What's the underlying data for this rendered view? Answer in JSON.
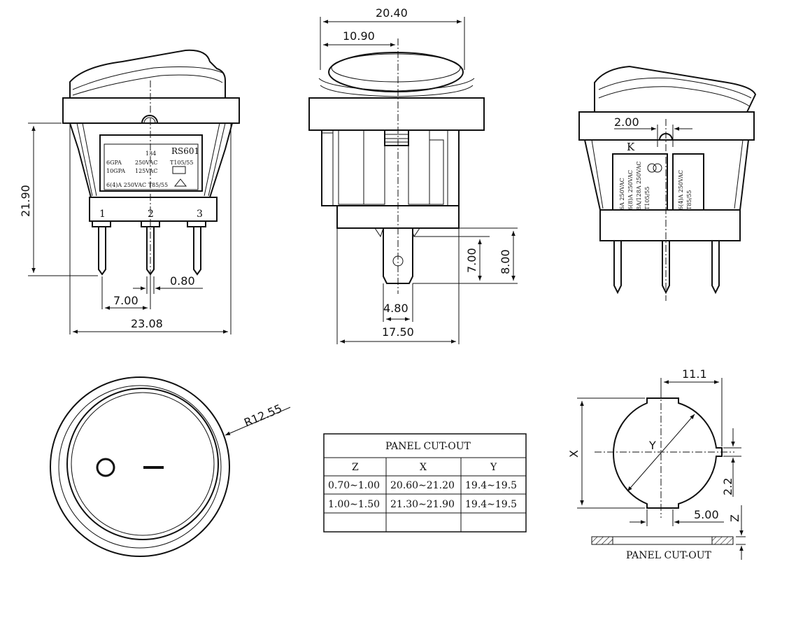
{
  "front_view": {
    "dim_height": "21.90",
    "dim_width": "23.08",
    "dim_pin_pitch": "7.00",
    "dim_pin_thickness": "0.80",
    "pin_labels": [
      "1",
      "2",
      "3"
    ],
    "label": {
      "model": "RS601",
      "code": "134",
      "line1_left": "6GPA",
      "line1_mid": "250VAC",
      "line1_right": "T105/55",
      "line2_left": "10GPA",
      "line2_mid": "125VAC",
      "line3": "6(4)A 250VAC T85/55"
    }
  },
  "side_view": {
    "dim_top_width": "20.40",
    "dim_half_width": "10.90",
    "dim_body_width": "17.50",
    "dim_terminal_width": "4.80",
    "dim_terminal_7": "7.00",
    "dim_terminal_8": "8.00"
  },
  "back_view": {
    "dim_offset": "2.00",
    "mark": "K",
    "label_lines": [
      "6A  250VAC",
      "6(8)A 250VAC",
      "8A/128A 250VAC",
      "T105/55"
    ],
    "label2_lines": [
      "6(4)A 250VAC",
      "T85/55"
    ]
  },
  "top_view": {
    "dim_radius": "R12.55",
    "off_symbol": "O",
    "on_symbol": "—"
  },
  "cutout_table": {
    "title": "PANEL CUT-OUT",
    "headers": [
      "Z",
      "X",
      "Y"
    ],
    "rows": [
      [
        "0.70∼1.00",
        "20.60∼21.20",
        "19.4∼19.5"
      ],
      [
        "1.00∼1.50",
        "21.30∼21.90",
        "19.4∼19.5"
      ],
      [
        "",
        "",
        ""
      ]
    ]
  },
  "cutout_view": {
    "dim_width": "11.1",
    "dim_x": "X",
    "dim_y": "Y",
    "dim_2_2": "2.2",
    "dim_5_00": "5.00",
    "dim_z": "Z",
    "caption": "PANEL CUT-OUT"
  }
}
